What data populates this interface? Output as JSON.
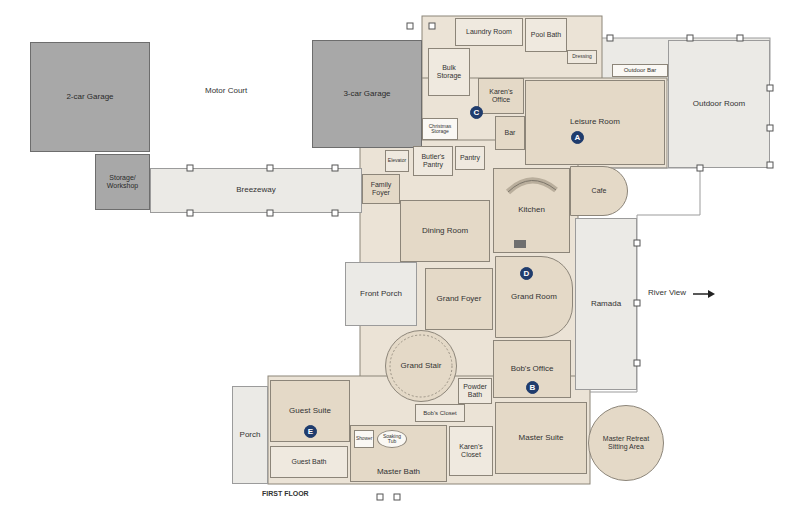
{
  "diagram": {
    "nodes": [
      {
        "text": [
          "Laundry Room"
        ]
      },
      {
        "text": [
          "Pool Bath"
        ]
      },
      {
        "text": [
          "Dressing"
        ]
      },
      {
        "text": [
          "Outdoor Bar"
        ]
      },
      {
        "text": [
          "Outdoor Room"
        ]
      },
      {
        "text": [
          "2-car Garage"
        ]
      },
      {
        "text": [
          "3-car Garage"
        ]
      },
      {
        "text": [
          "Bulk Storage"
        ]
      },
      {
        "text": [
          "Karen's Office"
        ]
      },
      {
        "text": [
          "Leisure Room"
        ]
      },
      {
        "text": [
          "A"
        ],
        "in": 9
      },
      {
        "text": [
          "C"
        ]
      },
      {
        "text": [
          "Bar"
        ]
      },
      {
        "text": [
          "Christmas Storage"
        ]
      },
      {
        "text": [
          "Elevator"
        ]
      },
      {
        "text": [
          "Butler's Pantry"
        ]
      },
      {
        "text": [
          "Pantry"
        ]
      },
      {
        "text": [
          "Cafe"
        ]
      },
      {
        "text": [
          "Family Foyer"
        ]
      },
      {
        "text": [
          "Breezeway"
        ]
      },
      {
        "text": [
          "Storage/ Workshop"
        ]
      },
      {
        "text": [
          "Kitchen"
        ]
      },
      {
        "text": [
          "Ramada"
        ]
      },
      {
        "text": [
          "Dining Room"
        ]
      },
      {
        "text": [
          "Grand Room"
        ]
      },
      {
        "text": [
          "D"
        ],
        "in": 24
      },
      {
        "text": [
          "Front Porch"
        ]
      },
      {
        "text": [
          "Grand Foyer"
        ]
      },
      {
        "text": [
          "Grand Stair"
        ]
      },
      {
        "text": [
          "Bob's Office"
        ]
      },
      {
        "text": [
          "B"
        ],
        "in": 29
      },
      {
        "text": [
          "Powder Bath"
        ]
      },
      {
        "text": [
          "Guest Suite"
        ]
      },
      {
        "text": [
          "E"
        ],
        "in": 32
      },
      {
        "text": [
          "Porch"
        ]
      },
      {
        "text": [
          "Bob's Closet"
        ]
      },
      {
        "text": [
          "Master Bath"
        ]
      },
      {
        "text": [
          "Shower"
        ],
        "in": 36
      },
      {
        "text": [
          "Soaking Tub"
        ],
        "in": 36
      },
      {
        "text": [
          "Karen's Closet"
        ]
      },
      {
        "text": [
          "Master Suite"
        ]
      },
      {
        "text": [
          "Master Retreat Sitting Area"
        ]
      },
      {
        "text": [
          "Guest Bath"
        ]
      }
    ],
    "labels": [
      "Motor Court",
      "River View",
      "FIRST FLOOR"
    ]
  }
}
